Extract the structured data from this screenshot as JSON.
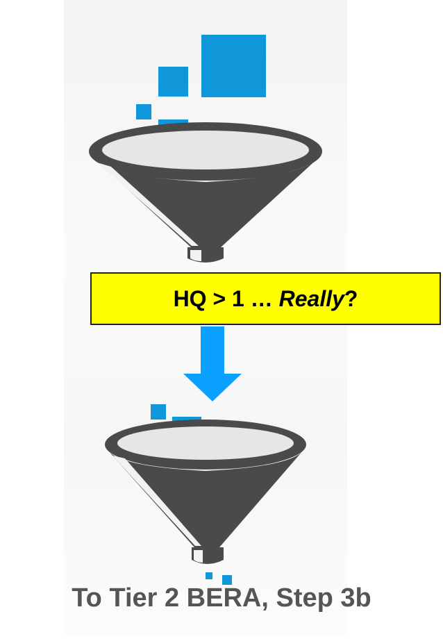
{
  "banner": {
    "prefix": "HQ > 1 … ",
    "emphasis": "Really",
    "suffix": "?",
    "background": "#ffff00"
  },
  "caption": "To Tier 2 BERA, Step 3b",
  "colors": {
    "funnel": "#4a4a4a",
    "squares": "#0f97d9",
    "arrow": "#0aa0ff",
    "caption": "#555555"
  },
  "icons": [
    "funnel-icon",
    "data-square-icon",
    "down-arrow-icon"
  ]
}
